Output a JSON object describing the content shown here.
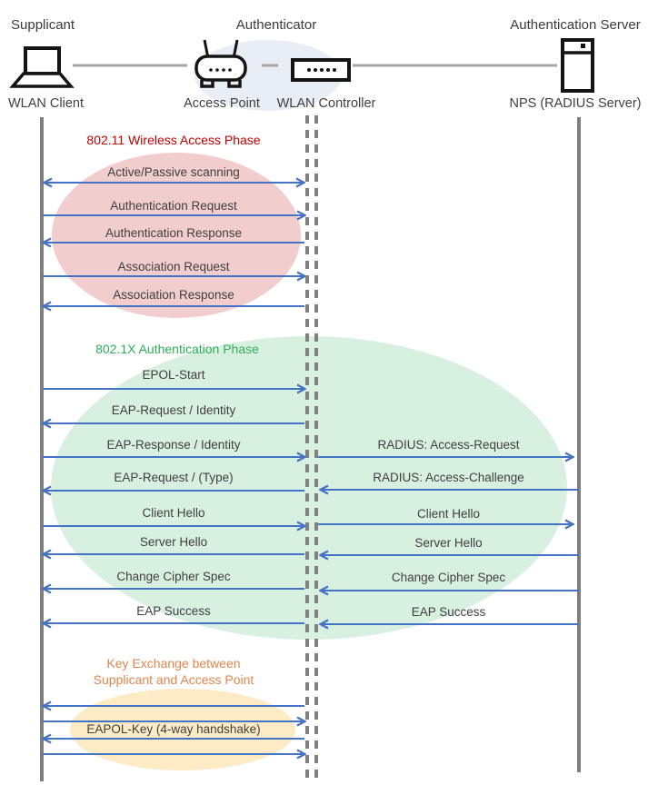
{
  "palette": {
    "arrow_blue": "#4472C4",
    "lifeline_gray": "#7F7F7F",
    "connector_gray": "#A6A6A6",
    "icon_black": "#141414",
    "text_dark": "#3F3F3F",
    "phase1_title_color": "#C00000",
    "phase1_ellipse_fill": "#F2CDCD",
    "phase2_title_color": "#2FAE5B",
    "phase2_ellipse_fill": "#D8F0E0",
    "phase3_title_color": "#E2854C",
    "phase3_ellipse_fill": "#FCEBC4",
    "authenticator_ellipse_fill": "#E9EDF6"
  },
  "actors": {
    "supplicant": {
      "role": "Supplicant",
      "device": "WLAN Client",
      "icon": "laptop-icon"
    },
    "authenticator": {
      "role": "Authenticator",
      "access_point": "Access Point",
      "controller": "WLAN Controller",
      "icons": [
        "access-point-icon",
        "wlan-controller-icon"
      ]
    },
    "authentication_server": {
      "role": "Authentication Server",
      "device": "NPS (RADIUS Server)",
      "icon": "server-icon"
    }
  },
  "phase1": {
    "title": "802.11 Wireless Access Phase",
    "messages": [
      {
        "label": "Active/Passive scanning",
        "direction": "both"
      },
      {
        "label": "Authentication Request",
        "direction": "right"
      },
      {
        "label": "Authentication Response",
        "direction": "left"
      },
      {
        "label": "Association Request",
        "direction": "right"
      },
      {
        "label": "Association Response",
        "direction": "left"
      }
    ]
  },
  "phase2": {
    "title": "802.1X Authentication Phase",
    "client_messages": [
      {
        "label": "EPOL-Start",
        "direction": "right"
      },
      {
        "label": "EAP-Request / Identity",
        "direction": "left"
      },
      {
        "label": "EAP-Response / Identity",
        "direction": "right"
      },
      {
        "label": "EAP-Request / (Type)",
        "direction": "left"
      },
      {
        "label": "Client Hello",
        "direction": "right"
      },
      {
        "label": "Server Hello",
        "direction": "left"
      },
      {
        "label": "Change Cipher Spec",
        "direction": "left"
      },
      {
        "label": "EAP Success",
        "direction": "left"
      }
    ],
    "server_messages": [
      {
        "label": "RADIUS: Access-Request",
        "direction": "right"
      },
      {
        "label": "RADIUS: Access-Challenge",
        "direction": "left"
      },
      {
        "label": "Client Hello",
        "direction": "right"
      },
      {
        "label": "Server Hello",
        "direction": "left"
      },
      {
        "label": "Change Cipher Spec",
        "direction": "left"
      },
      {
        "label": "EAP Success",
        "direction": "left"
      }
    ]
  },
  "phase3": {
    "title_line1": "Key Exchange between",
    "title_line2": "Supplicant and Access Point",
    "message": {
      "label": "EAPOL-Key (4-way handshake)",
      "arrow_sequence": [
        "left",
        "right",
        "left",
        "right"
      ]
    }
  }
}
